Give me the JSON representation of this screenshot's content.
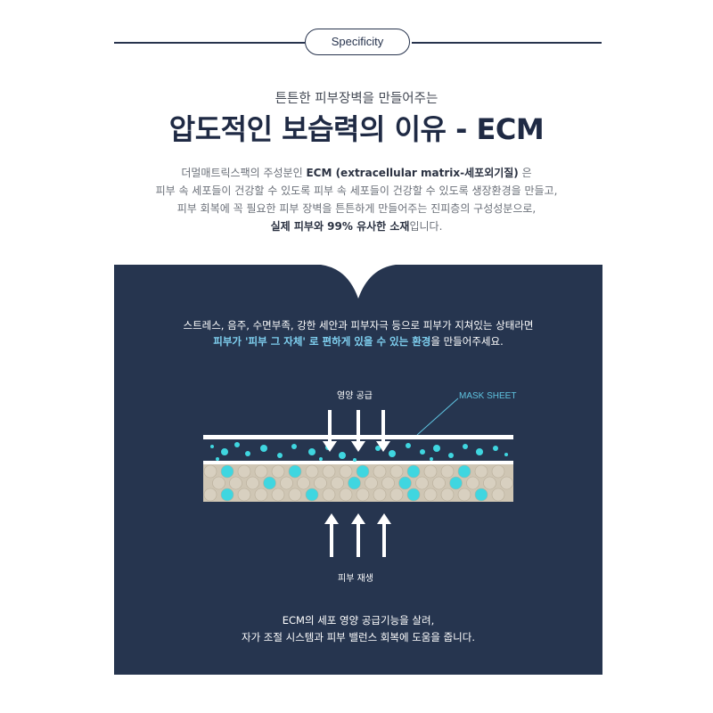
{
  "header": {
    "badge": "Specificity",
    "subtitle": "튼튼한 피부장벽을 만들어주는",
    "title": "압도적인 보습력의 이유 - ECM"
  },
  "intro": {
    "line1_prefix": "더멀매트릭스팩의 주성분인 ",
    "line1_bold": "ECM (extracellular matrix-세포외기질)",
    "line1_suffix": " 은",
    "line2": "피부 속 세포들이 건강할 수 있도록 피부 속 세포들이 건강할 수 있도록 생장환경을 만들고,",
    "line3": "피부 회복에 꼭 필요한 피부 장벽을 튼튼하게 만들어주는 진피층의 구성성분으로,",
    "line4_bold": "실제 피부와 99% 유사한 소재",
    "line4_suffix": "입니다."
  },
  "panel": {
    "line1": "스트레스, 음주, 수면부족, 강한 세안과 피부자극 등으로 피부가 지쳐있는 상태라면",
    "line2_hl": "피부가 '피부 그 자체' 로 편하게 있을 수 있는 환경",
    "line2_suffix": "을 만들어주세요.",
    "top_arrow_label": "영양 공급",
    "mask_label": "MASK SHEET",
    "bottom_arrow_label": "피부 재생",
    "bottom_line1": "ECM의 세포 영양 공급기능을 살려,",
    "bottom_line2": "자가 조절 시스템과 피부 밸런스 회복에 도움을 줍니다."
  },
  "colors": {
    "navy": "#26354f",
    "cyan_dot": "#3fd6e0",
    "cell": "#d8d0c0",
    "highlight": "#7fd0f0"
  }
}
